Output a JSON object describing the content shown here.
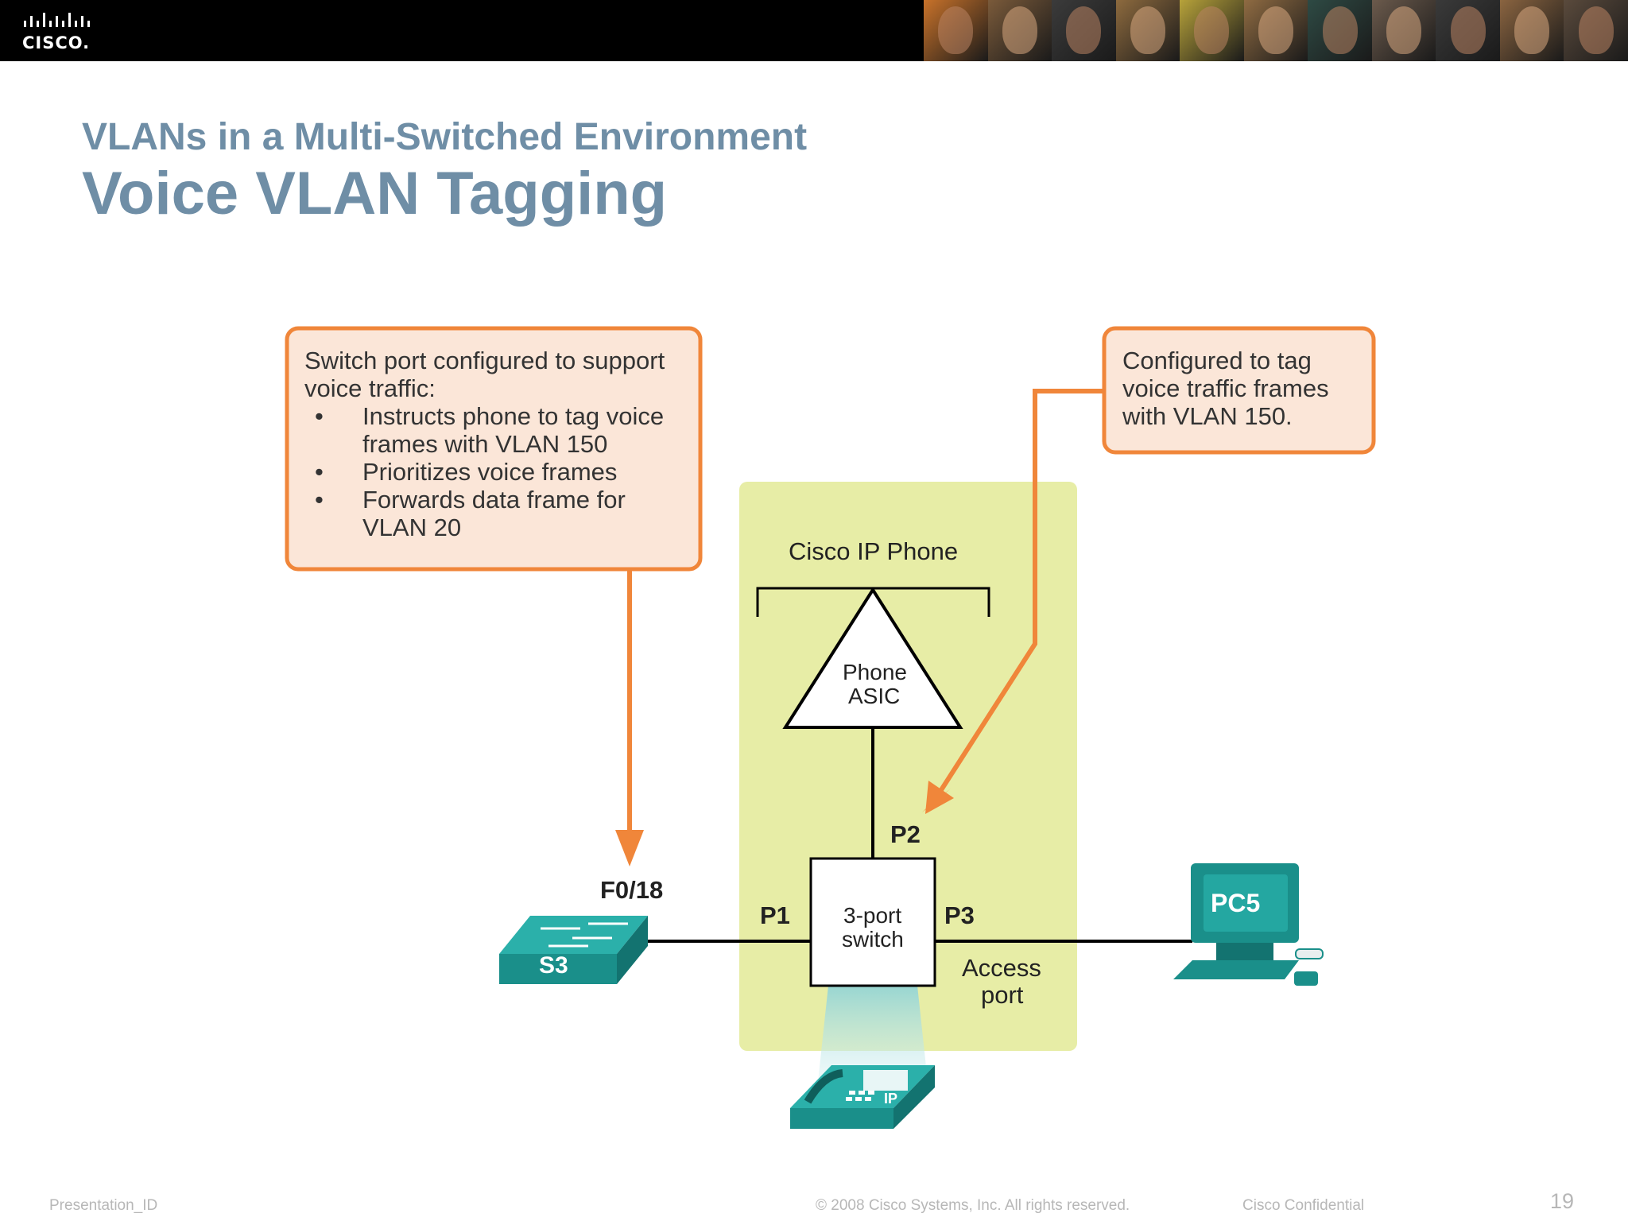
{
  "header": {
    "logo_text": "CISCO.",
    "photo_colors": [
      "#c8722a",
      "#7a5a3a",
      "#3b3b3b",
      "#8d6a3e",
      "#b7a23a",
      "#8f6b42",
      "#2e4a44",
      "#6b5a4c",
      "#3a3a3a",
      "#8a6440",
      "#5a4a3c"
    ]
  },
  "slide": {
    "subtitle": "VLANs in a Multi-Switched Environment",
    "title": "Voice VLAN Tagging"
  },
  "diagram": {
    "callout_left": {
      "intro": "Switch port configured to support voice traffic:",
      "bullets": [
        "Instructs phone to tag voice frames with VLAN 150",
        "Prioritizes voice frames",
        "Forwards data frame for VLAN 20"
      ]
    },
    "callout_right": {
      "text": "Configured to tag voice traffic frames with VLAN 150."
    },
    "phone_box_label": "Cisco IP Phone",
    "asic_line1": "Phone",
    "asic_line2": "ASIC",
    "switch_line1": "3-port",
    "switch_line2": "switch",
    "port_p1": "P1",
    "port_p2": "P2",
    "port_p3": "P3",
    "port_f018": "F0/18",
    "access_line1": "Access",
    "access_line2": "port",
    "s3_label": "S3",
    "pc5_label": "PC5",
    "phone_ip_label": "IP",
    "colors": {
      "callout_fill": "#fbe6d8",
      "callout_border": "#f0863a",
      "arrow": "#f0863a",
      "phone_box": "#e7eda6",
      "teal": "#1a8f8a"
    }
  },
  "footer": {
    "presentation_id": "Presentation_ID",
    "copyright": "© 2008 Cisco Systems, Inc. All rights reserved.",
    "confidential": "Cisco Confidential",
    "page_number": "19"
  }
}
